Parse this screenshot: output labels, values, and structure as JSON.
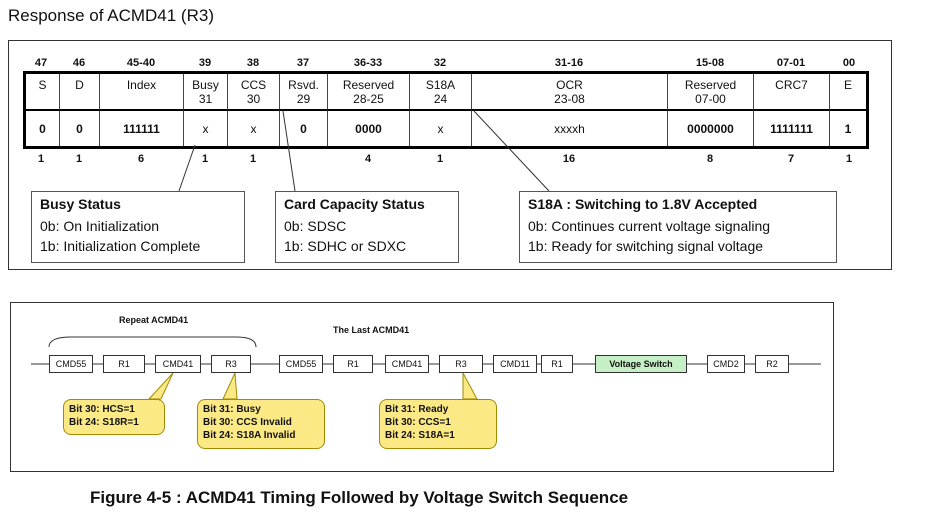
{
  "title": "Response of ACMD41 (R3)",
  "register": {
    "bit_positions": [
      "47",
      "46",
      "45-40",
      "39",
      "38",
      "37",
      "36-33",
      "32",
      "31-16",
      "15-08",
      "07-01",
      "00"
    ],
    "fields": [
      {
        "name": "S",
        "sub": ""
      },
      {
        "name": "D",
        "sub": ""
      },
      {
        "name": "Index",
        "sub": ""
      },
      {
        "name": "Busy",
        "sub": "31"
      },
      {
        "name": "CCS",
        "sub": "30"
      },
      {
        "name": "Rsvd.",
        "sub": "29"
      },
      {
        "name": "Reserved",
        "sub": "28-25"
      },
      {
        "name": "S18A",
        "sub": "24"
      },
      {
        "name": "OCR",
        "sub": "23-08"
      },
      {
        "name": "Reserved",
        "sub": "07-00"
      },
      {
        "name": "CRC7",
        "sub": ""
      },
      {
        "name": "E",
        "sub": ""
      }
    ],
    "values": [
      "0",
      "0",
      "111111",
      "x",
      "x",
      "0",
      "0000",
      "x",
      "xxxxh",
      "0000000",
      "1111111",
      "1"
    ],
    "widths": [
      "1",
      "1",
      "6",
      "1",
      "1",
      "",
      "4",
      "1",
      "16",
      "8",
      "7",
      "1"
    ]
  },
  "callouts": {
    "busy": {
      "title": "Busy Status",
      "line1": "0b:  On Initialization",
      "line2": "1b:  Initialization Complete"
    },
    "ccs": {
      "title": "Card Capacity Status",
      "line1": "0b:  SDSC",
      "line2": "1b:  SDHC or SDXC"
    },
    "s18a": {
      "title": "S18A : Switching to 1.8V Accepted",
      "line1": "0b: Continues current voltage signaling",
      "line2": "1b: Ready for switching signal voltage"
    }
  },
  "sequence": {
    "repeat_label": "Repeat ACMD41",
    "last_label": "The Last ACMD41",
    "boxes": [
      "CMD55",
      "R1",
      "CMD41",
      "R3",
      "CMD55",
      "R1",
      "CMD41",
      "R3",
      "CMD11",
      "R1",
      "Voltage Switch",
      "CMD2",
      "R2"
    ],
    "bubble1": {
      "l1": "Bit 30: HCS=1",
      "l2": "Bit 24: S18R=1"
    },
    "bubble2": {
      "l1": "Bit 31: Busy",
      "l2": "Bit 30: CCS Invalid",
      "l3": "Bit 24: S18A Invalid"
    },
    "bubble3": {
      "l1": "Bit 31: Ready",
      "l2": "Bit 30: CCS=1",
      "l3": "Bit 24: S18A=1"
    }
  },
  "caption": "Figure 4-5 : ACMD41 Timing Followed by Voltage Switch Sequence",
  "colors": {
    "voltage_switch_fill": "#c5efc5",
    "bubble_fill": "#fbe985"
  }
}
